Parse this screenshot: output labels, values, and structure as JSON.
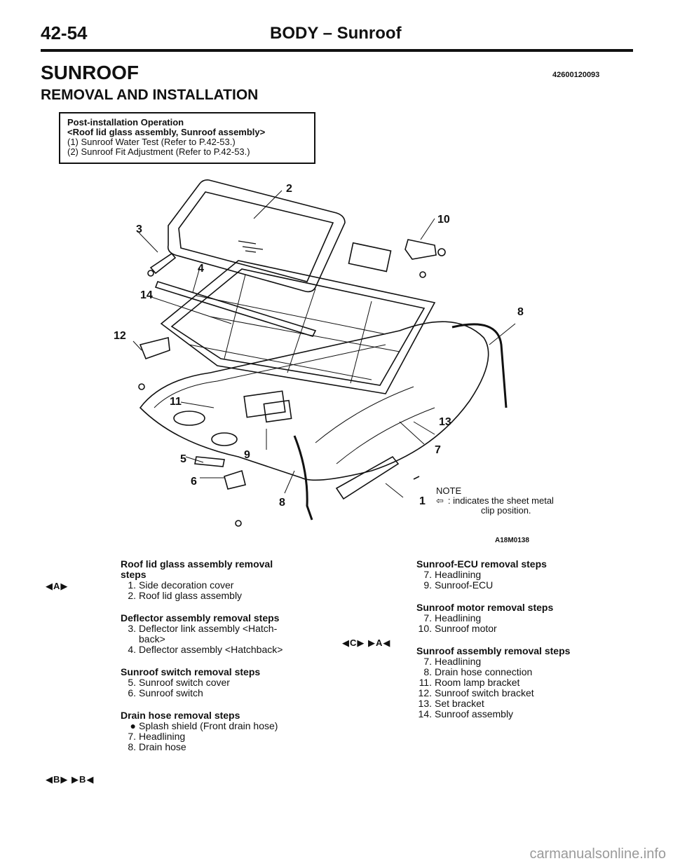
{
  "header": {
    "page_number": "42-54",
    "title": "BODY – Sunroof"
  },
  "section_title": "SUNROOF",
  "section_code": "42600120093",
  "subsection_title": "REMOVAL AND INSTALLATION",
  "post_op": {
    "heading": "Post-installation Operation",
    "subheading": "<Roof lid glass assembly, Sunroof assembly>",
    "lines": [
      "(1) Sunroof Water Test (Refer to P.42-53.)",
      "(2) Sunroof Fit Adjustment (Refer to P.42-53.)"
    ]
  },
  "diagram": {
    "callouts": [
      "1",
      "2",
      "3",
      "4",
      "5",
      "6",
      "7",
      "8",
      "9",
      "10",
      "11",
      "12",
      "13",
      "14",
      "8"
    ],
    "note_label": "NOTE",
    "note_symbol": "⇦",
    "note_text_1": ": indicates the sheet metal",
    "note_text_2": "clip position.",
    "figure_code": "A18M0138"
  },
  "left_col": {
    "g1": {
      "title_1": "Roof lid glass assembly removal",
      "title_2": "steps",
      "marker": "◀A▶",
      "s1n": "1.",
      "s1": "Side decoration cover",
      "s2n": "2.",
      "s2": "Roof lid glass assembly"
    },
    "g2": {
      "title": "Deflector assembly removal steps",
      "s1n": "3.",
      "s1a": "Deflector link assembly <Hatch-",
      "s1b": "back>",
      "s2n": "4.",
      "s2": "Deflector assembly <Hatchback>"
    },
    "g3": {
      "title": "Sunroof switch removal steps",
      "s1n": "5.",
      "s1": "Sunroof switch cover",
      "s2n": "6.",
      "s2": "Sunroof switch"
    },
    "g4": {
      "title": "Drain hose removal steps",
      "s1n": "●",
      "s1": "Splash shield (Front drain hose)",
      "s2n": "7.",
      "s2": "Headlining",
      "marker": "◀B▶ ▶B◀",
      "s3n": "8.",
      "s3": "Drain hose"
    }
  },
  "right_col": {
    "g1": {
      "title": "Sunroof-ECU removal steps",
      "s1n": "7.",
      "s1": "Headlining",
      "s2n": "9.",
      "s2": "Sunroof-ECU"
    },
    "g2": {
      "title": "Sunroof motor removal steps",
      "s1n": "7.",
      "s1": "Headlining",
      "marker": "◀C▶ ▶A◀",
      "s2n": "10.",
      "s2": "Sunroof motor"
    },
    "g3": {
      "title": "Sunroof assembly removal steps",
      "steps": [
        {
          "n": "7.",
          "t": "Headlining"
        },
        {
          "n": "8.",
          "t": "Drain hose connection"
        },
        {
          "n": "11.",
          "t": "Room lamp bracket"
        },
        {
          "n": "12.",
          "t": "Sunroof switch bracket"
        },
        {
          "n": "13.",
          "t": "Set bracket"
        },
        {
          "n": "14.",
          "t": "Sunroof assembly"
        }
      ]
    }
  },
  "footer": "carmanualsonline.info"
}
